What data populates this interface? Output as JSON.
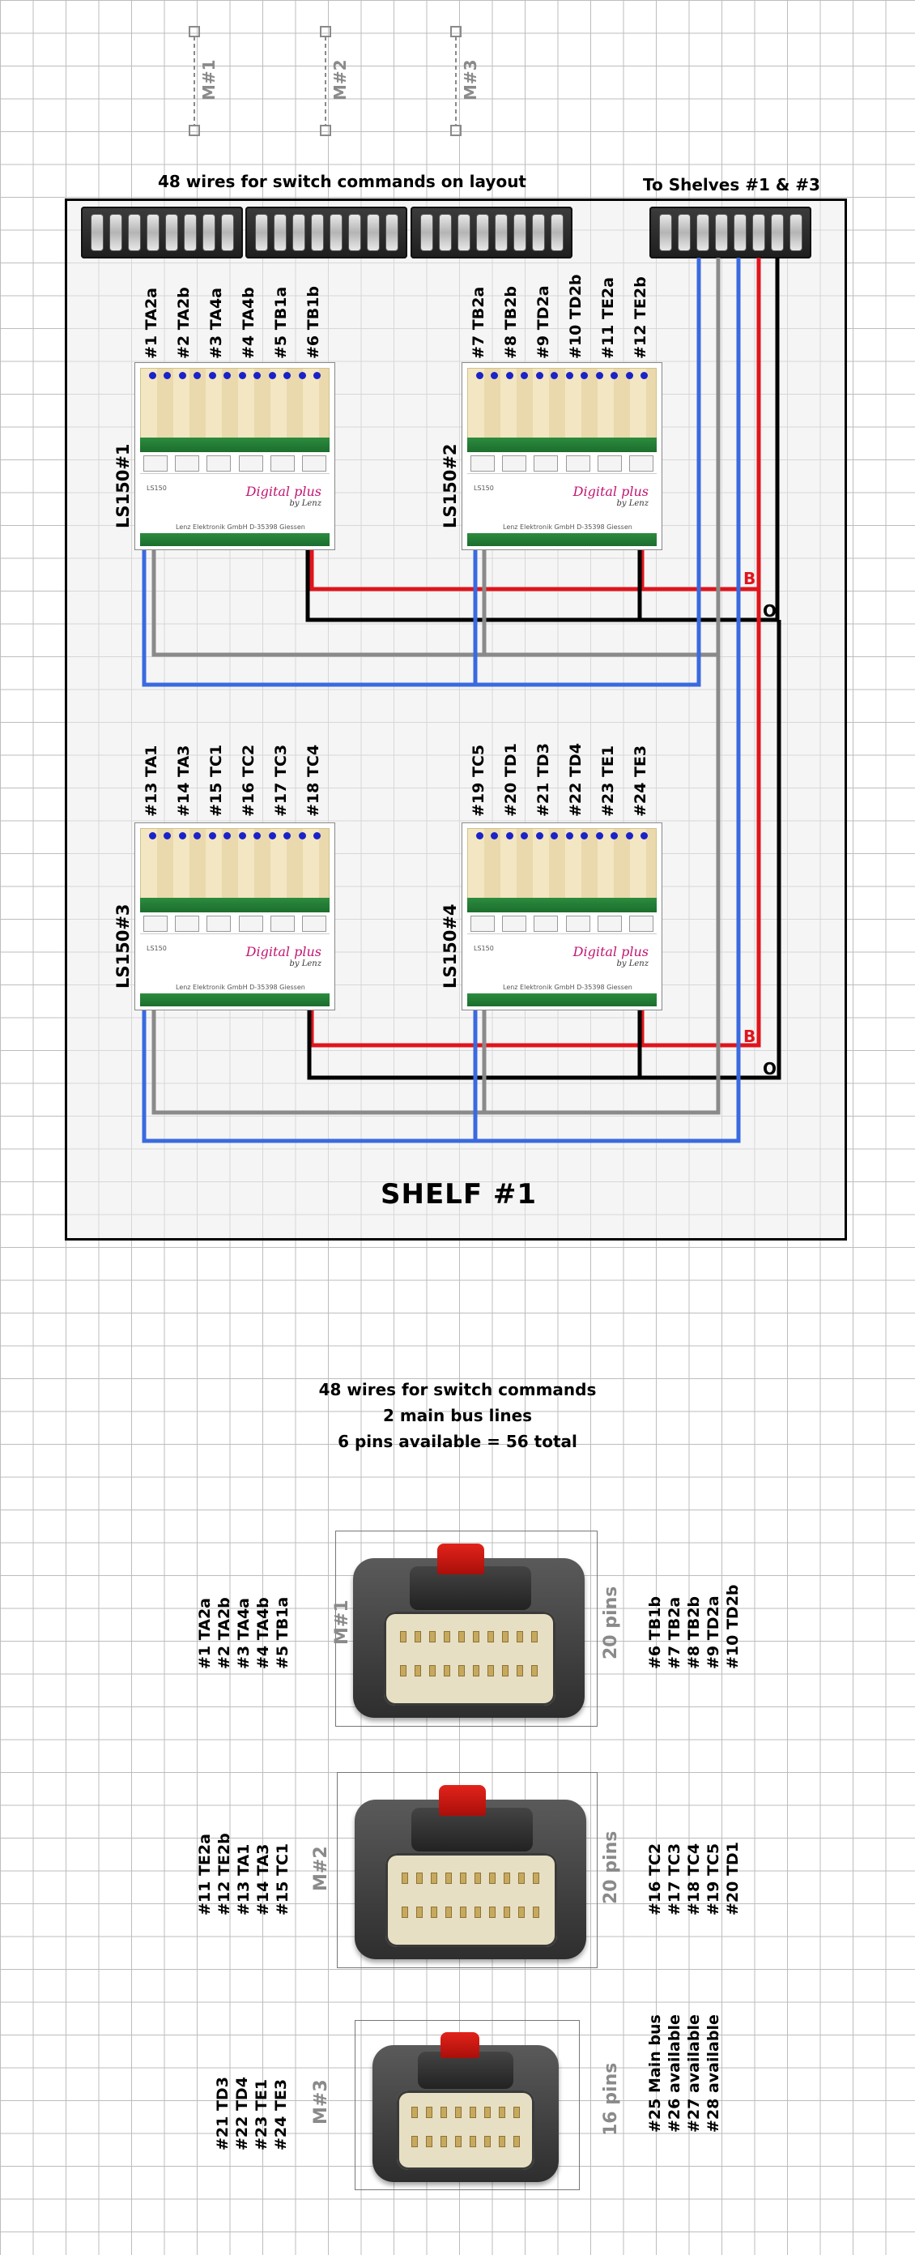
{
  "colors": {
    "red": "#e0141c",
    "black": "#000000",
    "blue": "#3a6ae0",
    "gray": "#8a8a8a",
    "module_magenta": "#c01570",
    "led_blue": "#1a22c8"
  },
  "top_markers": [
    "M#1",
    "M#2",
    "M#3"
  ],
  "shelf": {
    "heading_left": "48 wires for switch commands on layout",
    "heading_right": "To Shelves #1 & #3",
    "title": "SHELF #1",
    "bus_markers": {
      "b": "B",
      "o": "O"
    }
  },
  "modules": [
    {
      "name": "LS150#1",
      "outputs": [
        "#1 TA2a",
        "#2 TA2b",
        "#3 TA4a",
        "#4 TA4b",
        "#5 TB1a",
        "#6 TB1b"
      ]
    },
    {
      "name": "LS150#2",
      "outputs": [
        "#7 TB2a",
        "#8 TB2b",
        "#9 TD2a",
        "#10 TD2b",
        "#11 TE2a",
        "#12 TE2b"
      ]
    },
    {
      "name": "LS150#3",
      "outputs": [
        "#13 TA1",
        "#14 TA3",
        "#15 TC1",
        "#16 TC2",
        "#17 TC3",
        "#18 TC4"
      ]
    },
    {
      "name": "LS150#4",
      "outputs": [
        "#19 TC5",
        "#20 TD1",
        "#21 TD3",
        "#22 TD4",
        "#23 TE1",
        "#24 TE3"
      ]
    }
  ],
  "module_face": {
    "brand": "Digital",
    "brand_sub": "plus",
    "by": "by Lenz",
    "model": "LS150",
    "maker": "Lenz Elektronik GmbH  D-35398 Giessen"
  },
  "summary": {
    "line1": "48 wires for switch commands",
    "line2": "2 main bus lines",
    "line3": "6 pins available = 56 total"
  },
  "connectors": [
    {
      "name": "M#1",
      "pins": "20 pins",
      "left": [
        "#1 TA2a",
        "#2 TA2b",
        "#3 TA4a",
        "#4 TA4b",
        "#5 TB1a"
      ],
      "right": [
        "#6 TB1b",
        "#7 TB2a",
        "#8 TB2b",
        "#9 TD2a",
        "#10 TD2b"
      ]
    },
    {
      "name": "M#2",
      "pins": "20 pins",
      "left": [
        "#11 TE2a",
        "#12 TE2b",
        "#13 TA1",
        "#14 TA3",
        "#15 TC1"
      ],
      "right": [
        "#16 TC2",
        "#17 TC3",
        "#18 TC4",
        "#19 TC5",
        "#20 TD1"
      ]
    },
    {
      "name": "M#3",
      "pins": "16 pins",
      "left": [
        "#21 TD3",
        "#22 TD4",
        "#23 TE1",
        "#24 TE3"
      ],
      "right": [
        "#25 Main bus",
        "#26 available",
        "#27 available",
        "#28 available"
      ]
    }
  ]
}
